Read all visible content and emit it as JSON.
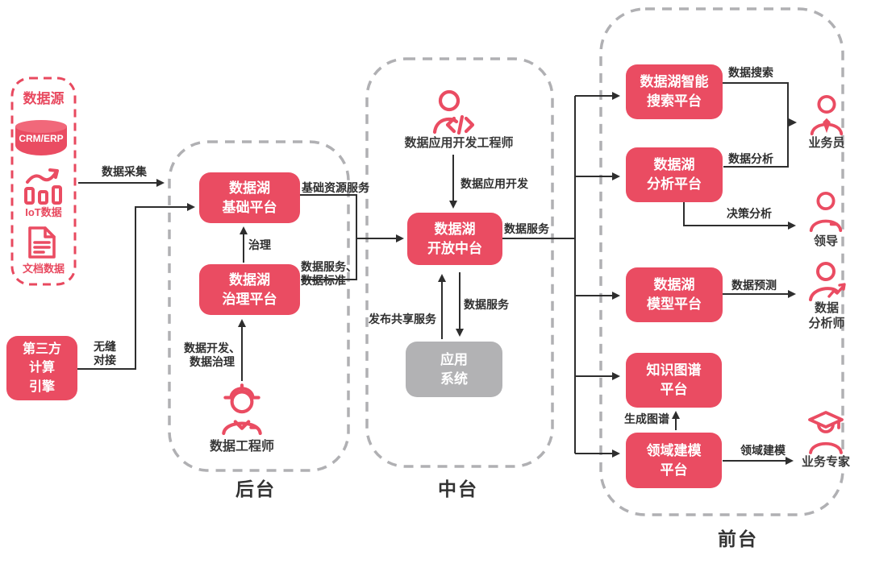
{
  "diagram": {
    "sections": {
      "datasource": {
        "title": "数据源",
        "crm": "CRM/ERP",
        "iot": "IoT数据",
        "doc": "文档数据"
      },
      "backstage": {
        "title": "后台"
      },
      "midstage": {
        "title": "中台"
      },
      "frontstage": {
        "title": "前台"
      }
    },
    "nodes": {
      "third_party": "第三方\n计算\n引擎",
      "base_platform": "数据湖\n基础平台",
      "governance_platform": "数据湖\n治理平台",
      "open_platform": "数据湖\n开放中台",
      "app_system": "应用\n系统",
      "search_platform": "数据湖智能\n搜索平台",
      "analysis_platform": "数据湖\n分析平台",
      "model_platform": "数据湖\n模型平台",
      "kg_platform": "知识图谱\n平台",
      "domain_platform": "领域建模\n平台"
    },
    "persons": {
      "data_engineer": "数据工程师",
      "app_dev_engineer": "数据应用开发工程师",
      "salesperson": "业务员",
      "leader": "领导",
      "data_analyst": "数据\n分析师",
      "business_expert": "业务专家"
    },
    "edges": {
      "data_collection": "数据采集",
      "seamless_connect": "无缝\n对接",
      "governance": "治理",
      "basic_resource_service": "基础资源服务",
      "data_service_standard": "数据服务、\n数据标准",
      "data_app_dev": "数据应用开发",
      "data_service_right": "数据服务",
      "publish_share_service": "发布共享服务",
      "data_service_down": "数据服务",
      "data_dev_governance": "数据开发、\n数据治理",
      "data_search": "数据搜索",
      "data_analysis": "数据分析",
      "decision_analysis": "决策分析",
      "data_predict": "数据预测",
      "generate_graph": "生成图谱",
      "domain_modeling": "领域建模"
    },
    "colors": {
      "accent": "#EA4C62",
      "accent_light": "#F1687A",
      "gray_box": "#B2B2B4",
      "line": "#2E2E2E",
      "dashed_border": "#B0B0B3"
    }
  }
}
